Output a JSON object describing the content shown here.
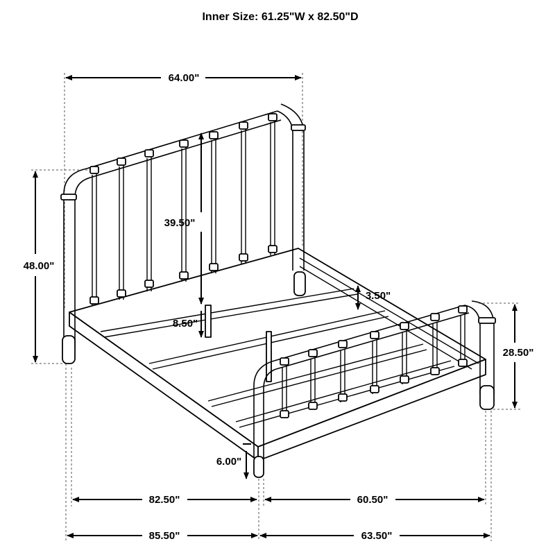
{
  "title": "Inner Size: 61.25\"W x 82.50\"D",
  "dimensions": {
    "headboard_width": "64.00\"",
    "headboard_height": "48.00\"",
    "spindle_height": "39.50\"",
    "rail_clearance": "8.50\"",
    "side_rail_offset": "3.50\"",
    "footboard_height": "28.50\"",
    "leg_height": "6.00\"",
    "inner_length": "82.50\"",
    "inner_width": "60.50\"",
    "overall_length": "85.50\"",
    "overall_width": "63.50\""
  },
  "colors": {
    "line": "#000000",
    "guide": "#555555",
    "background": "#ffffff"
  }
}
